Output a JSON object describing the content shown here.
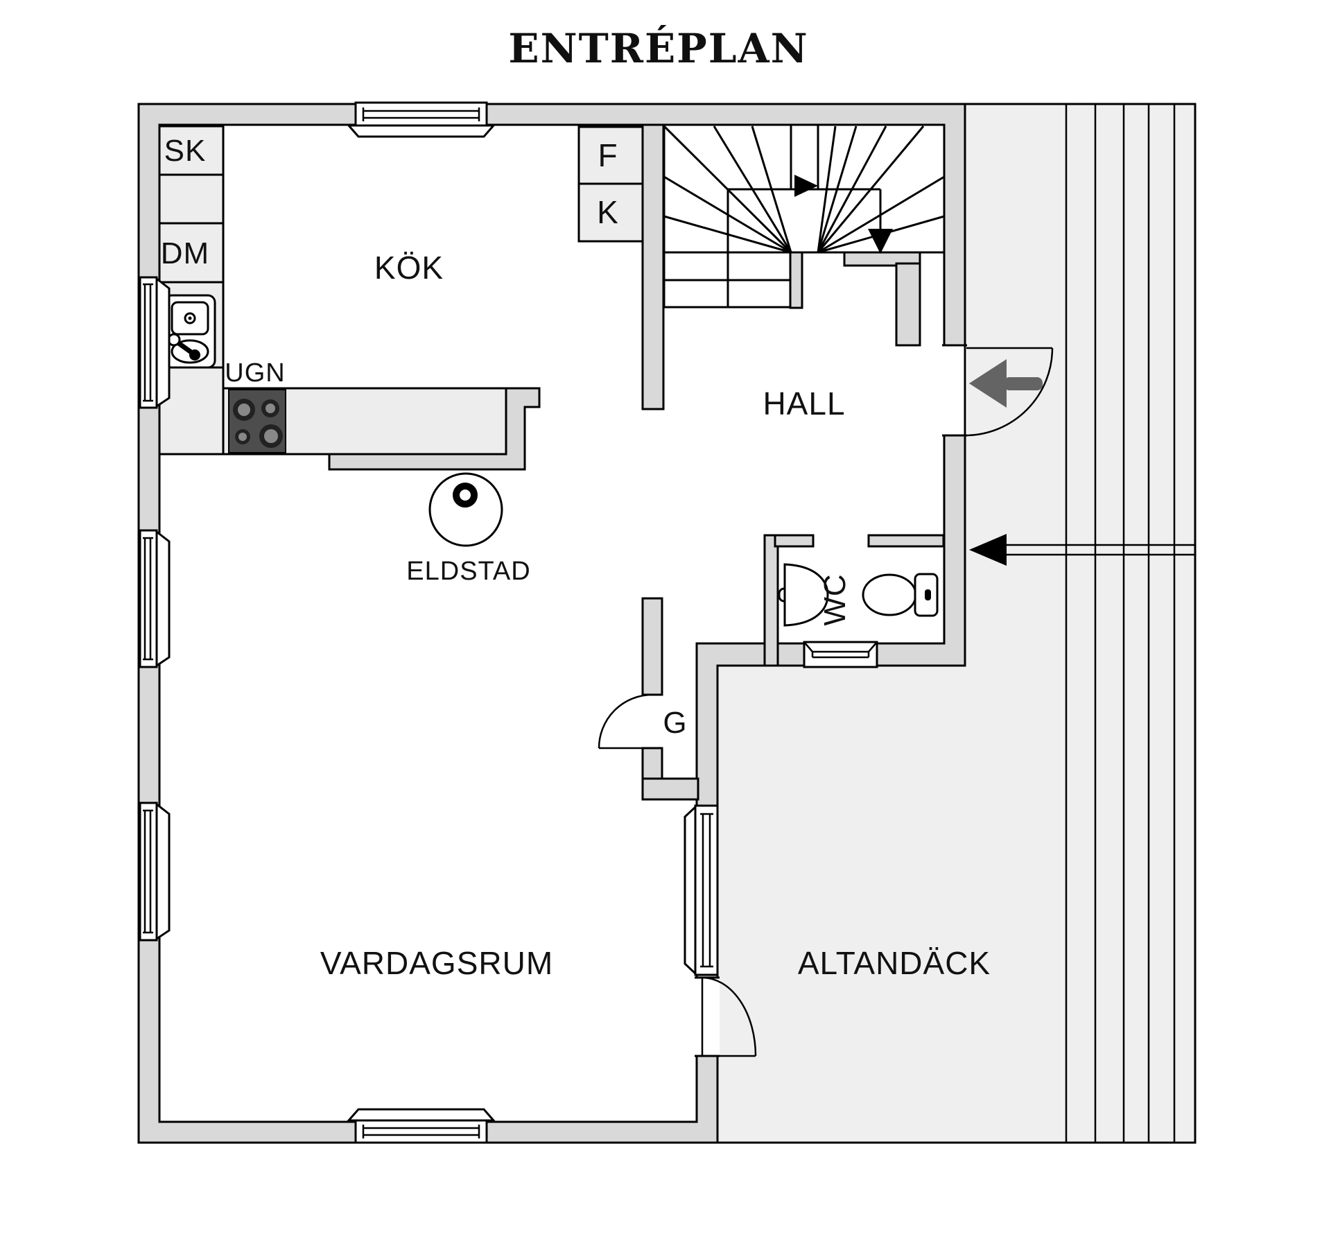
{
  "title": "ENTRÉPLAN",
  "rooms": {
    "kitchen": "KÖK",
    "hall": "HALL",
    "living_room": "VARDAGSRUM",
    "deck": "ALTANDÄCK",
    "wc": "WC",
    "closet_g": "G"
  },
  "fixtures": {
    "tall_cabinet": "SK",
    "dishwasher": "DM",
    "oven": "UGN",
    "fireplace": "ELDSTAD",
    "freezer": "F",
    "fridge": "K"
  },
  "colors": {
    "wall": "#d9d9d9",
    "deck": "#efefef",
    "cabinet": "#ededed",
    "floor": "#ffffff",
    "line": "#000000",
    "arrow": "#646464",
    "stove": "#4d4d4d"
  }
}
